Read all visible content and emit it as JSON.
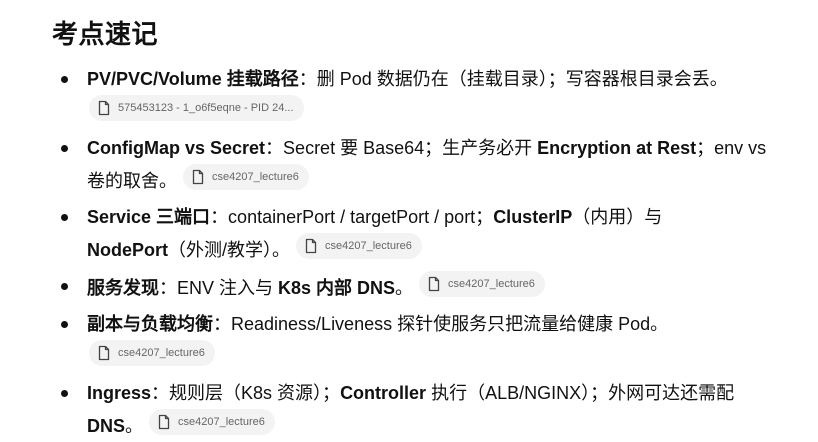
{
  "title": "考点速记",
  "items": [
    {
      "parts": [
        {
          "text": "PV/PVC/Volume 挂载路径",
          "bold": true
        },
        {
          "text": "：删 Pod 数据仍在（挂载目录）；写容器根目录会丢。",
          "bold": false
        }
      ],
      "chip": "575453123 - 1_o6f5eqne - PID 24...",
      "chip_icon": "document-icon"
    },
    {
      "parts": [
        {
          "text": "ConfigMap vs Secret",
          "bold": true
        },
        {
          "text": "：Secret 要 Base64；生产务必开 ",
          "bold": false
        },
        {
          "text": "Encryption at Rest",
          "bold": true
        },
        {
          "text": "；env vs 卷的取舍。",
          "bold": false
        }
      ],
      "chip": "cse4207_lecture6",
      "chip_icon": "document-icon"
    },
    {
      "parts": [
        {
          "text": "Service 三端口",
          "bold": true
        },
        {
          "text": "：containerPort / targetPort / port；",
          "bold": false
        },
        {
          "text": "ClusterIP",
          "bold": true
        },
        {
          "text": "（内用）与 ",
          "bold": false
        },
        {
          "text": "NodePort",
          "bold": true
        },
        {
          "text": "（外测/教学）。",
          "bold": false
        }
      ],
      "chip": "cse4207_lecture6",
      "chip_icon": "document-icon"
    },
    {
      "parts": [
        {
          "text": "服务发现",
          "bold": true
        },
        {
          "text": "：ENV 注入与 ",
          "bold": false
        },
        {
          "text": "K8s 内部 DNS",
          "bold": true
        },
        {
          "text": "。",
          "bold": false
        }
      ],
      "chip": "cse4207_lecture6",
      "chip_icon": "document-icon"
    },
    {
      "parts": [
        {
          "text": "副本与负载均衡",
          "bold": true
        },
        {
          "text": "：Readiness/Liveness 探针使服务只把流量给健康 Pod。",
          "bold": false
        }
      ],
      "chip": "cse4207_lecture6",
      "chip_icon": "document-icon"
    },
    {
      "parts": [
        {
          "text": "Ingress",
          "bold": true
        },
        {
          "text": "：规则层（K8s 资源）；",
          "bold": false
        },
        {
          "text": "Controller",
          "bold": true
        },
        {
          "text": " 执行（ALB/NGINX）；外网可达还需配 ",
          "bold": false
        },
        {
          "text": "DNS",
          "bold": true
        },
        {
          "text": "。",
          "bold": false
        }
      ],
      "chip": "cse4207_lecture6",
      "chip_icon": "document-icon"
    }
  ]
}
